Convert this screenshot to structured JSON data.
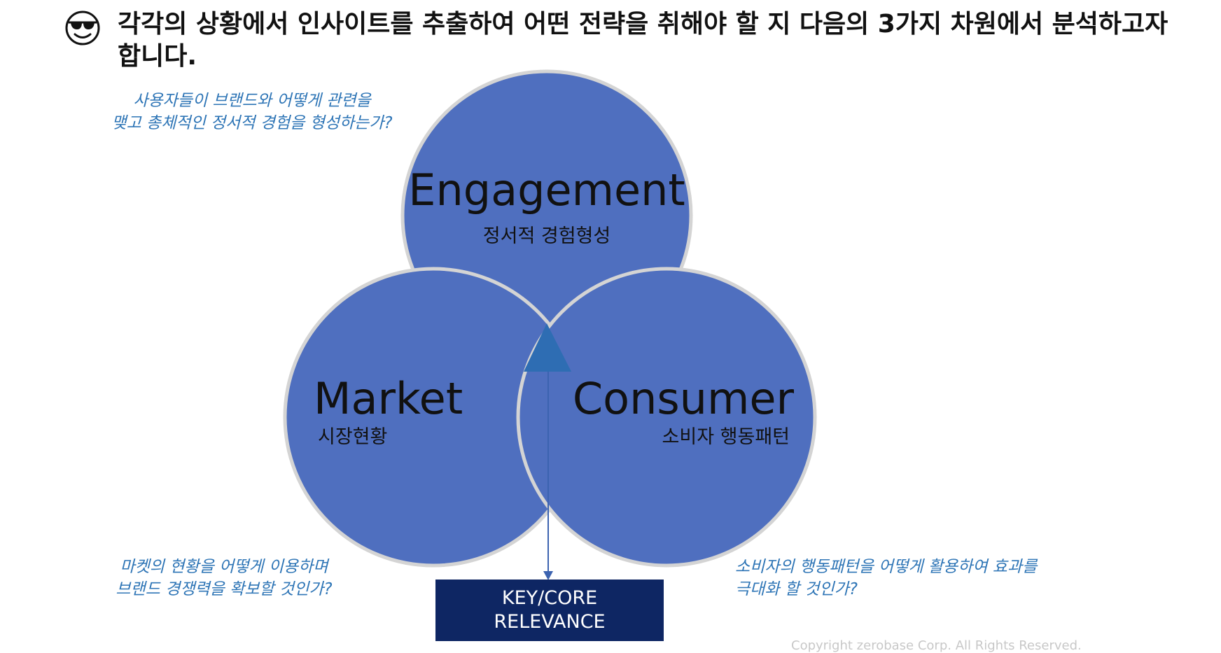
{
  "title": {
    "icon": "sunglasses-smiley-icon",
    "text": "각각의 상황에서 인사이트를 추출하여 어떤 전략을 취해야 할 지 다음의 3가지 차원에서 분석하고자 합니다."
  },
  "circles": {
    "engagement": {
      "title": "Engagement",
      "subtitle": "정서적 경험형성"
    },
    "market": {
      "title": "Market",
      "subtitle": "시장현황"
    },
    "consumer": {
      "title": "Consumer",
      "subtitle": "소비자 행동패턴"
    }
  },
  "questions": {
    "engagement": "사용자들이 브랜드와 어떻게 관련을\n맺고 총체적인 정서적 경험을 형성하는가?",
    "market": "마켓의 현황을 어떻게 이용하며\n브랜드 경쟁력을 확보할 것인가?",
    "consumer": "소비자의 행동패턴을 어떻게 활용하여 효과를\n극대화 할 것인가?"
  },
  "key_box": "KEY/CORE\nRELEVANCE",
  "footer": {
    "copyright": "Copyright zerobase Corp. All Rights Reserved."
  },
  "colors": {
    "circle_fill": "#4f6fbf",
    "circle_stroke": "#d4d4d4",
    "triangle": "#2e6db3",
    "question_text": "#2e75b6",
    "key_box_fill": "#0e2663"
  }
}
